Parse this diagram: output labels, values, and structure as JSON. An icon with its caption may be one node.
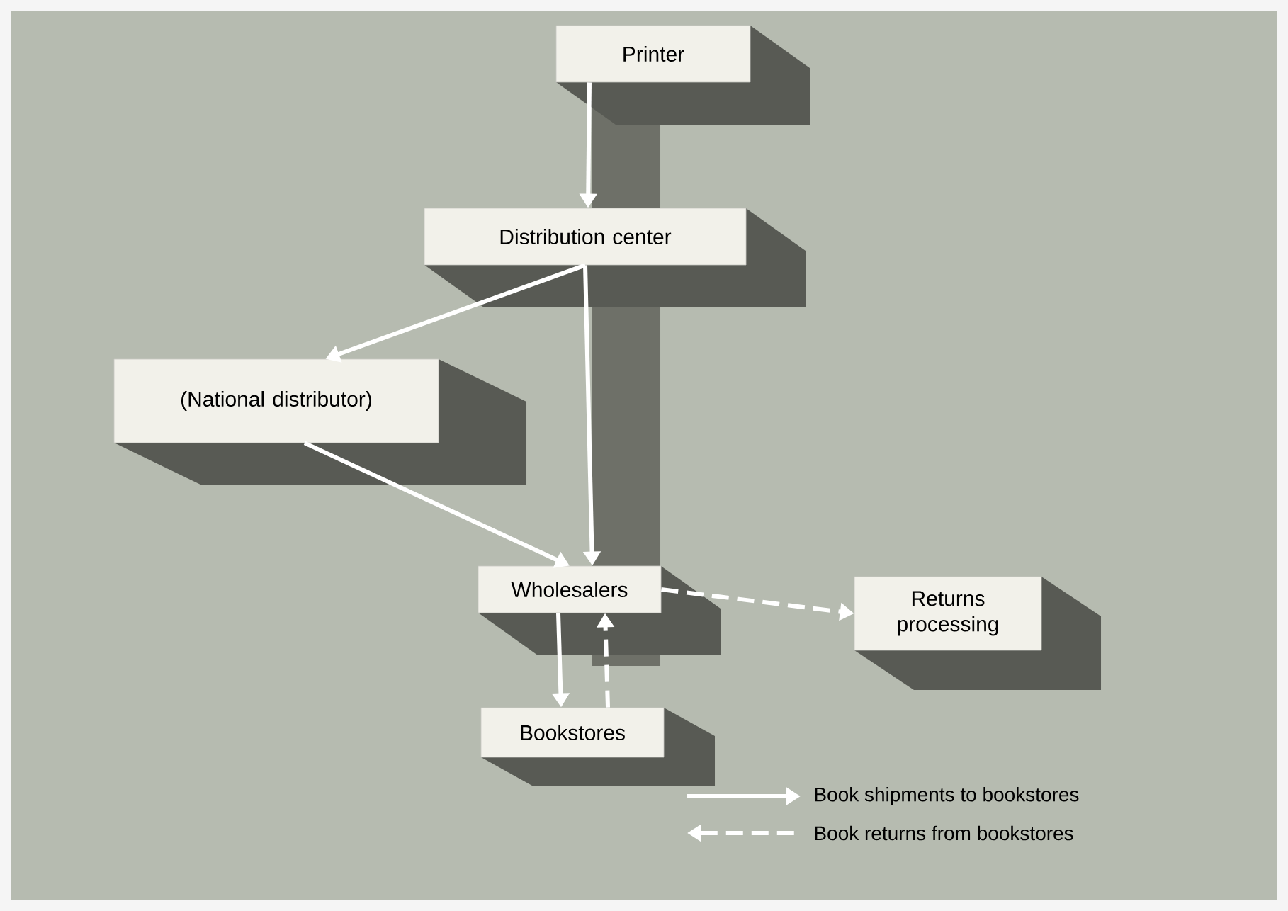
{
  "diagram": {
    "nodes": [
      {
        "text": [
          "Printer"
        ]
      },
      {
        "text": [
          "Distribution center"
        ]
      },
      {
        "text": [
          "(National distributor)"
        ]
      },
      {
        "text": [
          "Wholesalers"
        ]
      },
      {
        "text": [
          "Returns processing"
        ]
      },
      {
        "text": [
          "Bookstores"
        ]
      }
    ],
    "edges": [
      {
        "from": 0,
        "to": 1,
        "arrow": "to"
      },
      {
        "from": 1,
        "to": 2,
        "arrow": "to"
      },
      {
        "from": 1,
        "to": 3,
        "arrow": "to"
      },
      {
        "from": 2,
        "to": 3,
        "arrow": "to"
      },
      {
        "from": 3,
        "to": 5,
        "arrow": "to"
      },
      {
        "from": 5,
        "to": 3,
        "arrow": "to",
        "style": "dashed"
      },
      {
        "from": 3,
        "to": 4,
        "arrow": "to",
        "style": "dashed"
      }
    ],
    "legend": [
      {
        "text": "Book shipments to bookstores"
      },
      {
        "text": "Book returns from bookstores"
      }
    ]
  }
}
